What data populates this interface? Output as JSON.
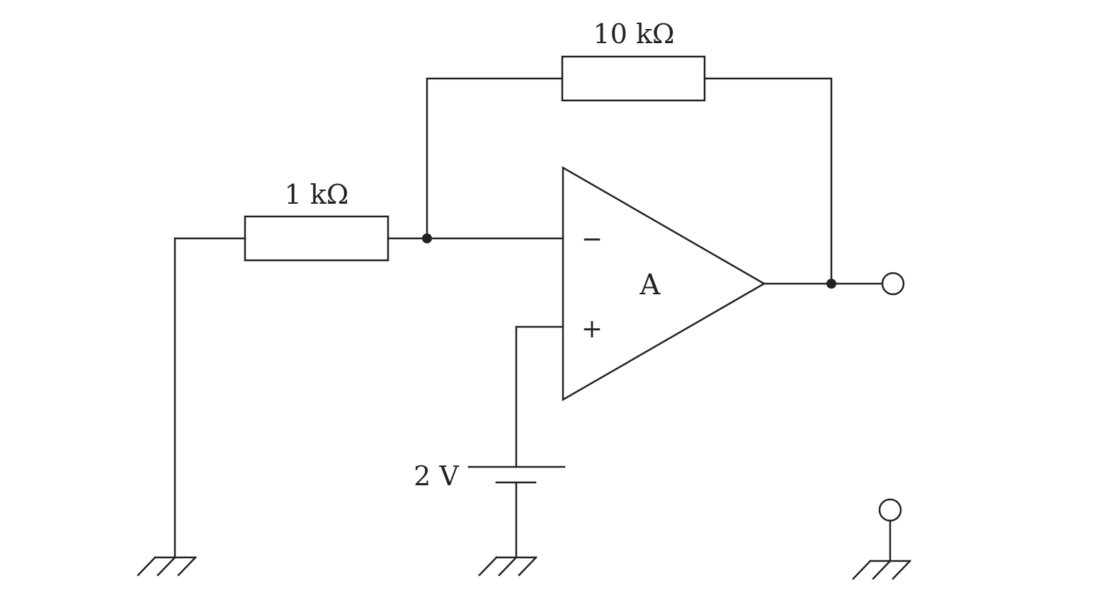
{
  "diagram": {
    "resistor_feedback": {
      "label": "10 kΩ"
    },
    "resistor_input": {
      "label": "1 kΩ"
    },
    "opamp": {
      "label": "A",
      "inverting_symbol": "−",
      "noninverting_symbol": "+"
    },
    "battery": {
      "label": "2 V"
    }
  }
}
